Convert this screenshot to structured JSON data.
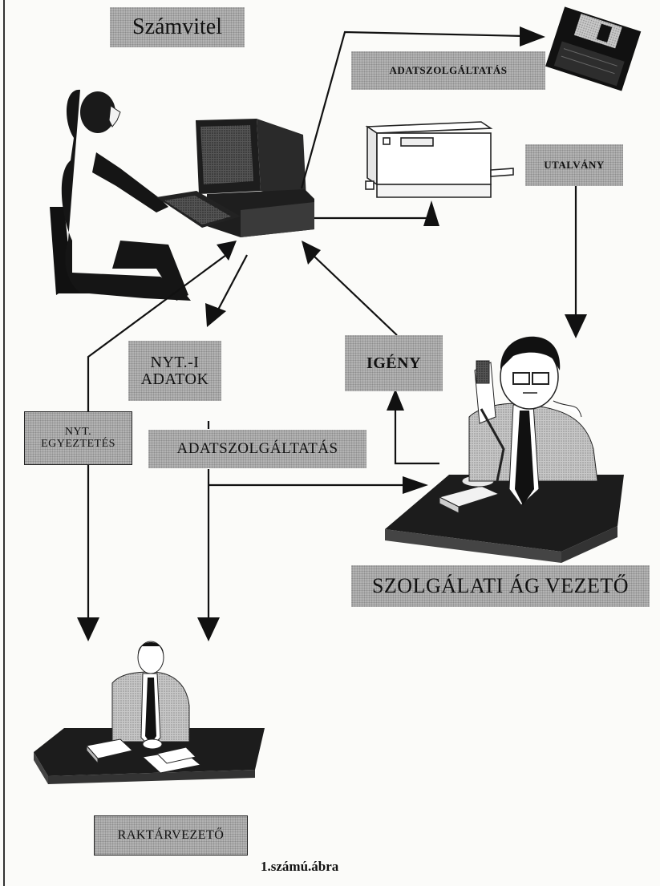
{
  "title": "Számvitel",
  "labels": {
    "adatszolgaltatas_top": "ADATSZOLGÁLTATÁS",
    "utalvany": "UTALVÁNY",
    "nyt_adatok": "NYT.-I\nADATOK",
    "igeny": "IGÉNY",
    "nyt_egyeztetes": "NYT.\nEGYEZTETÉS",
    "adatszolgaltatas_mid": "ADATSZOLGÁLTATÁS",
    "szolgalati_ag_vezeto": "SZOLGÁLATI ÁG VEZETŐ",
    "raktarvezeto": "RAKTÁRVEZETŐ"
  },
  "caption": "1.számú.ábra",
  "icons": [
    "computer-operator-icon",
    "floppy-disk-icon",
    "printer-icon",
    "phone-manager-icon",
    "desk-manager-icon"
  ]
}
